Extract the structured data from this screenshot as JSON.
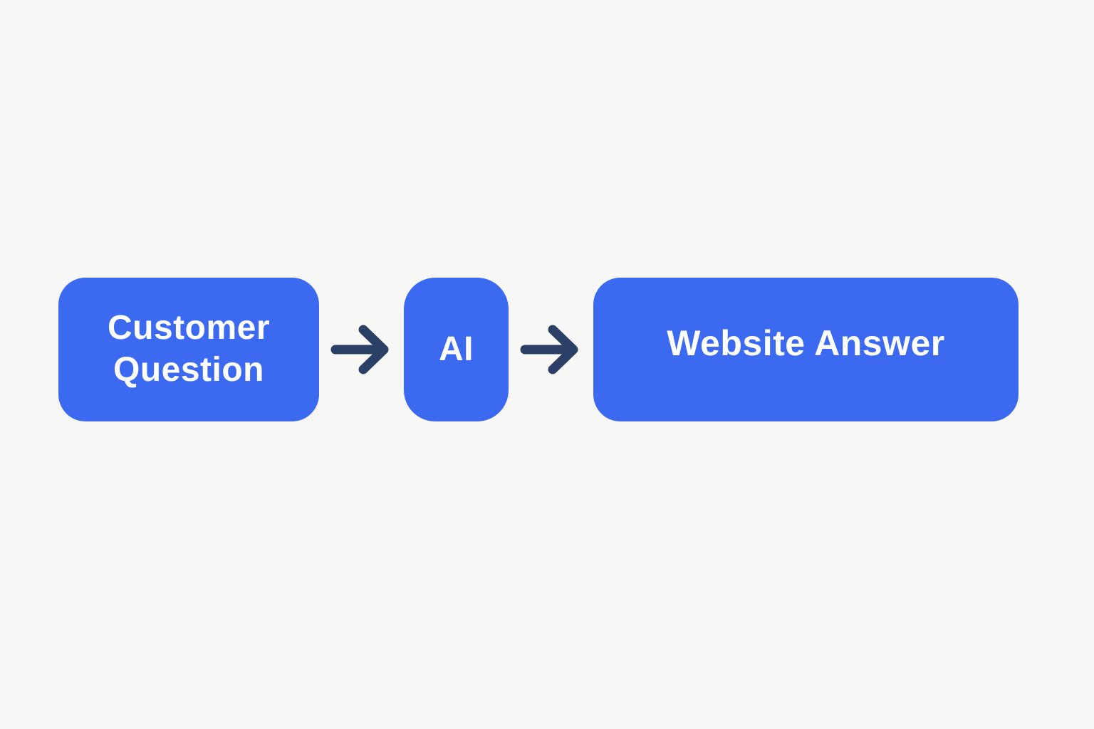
{
  "canvas": {
    "background_color": "#f7f7f5"
  },
  "flow": {
    "type": "flowchart-left-to-right",
    "node_fill_color": "#3b6af0",
    "node_text_color": "#ffffff",
    "arrow_color": "#2b4066",
    "nodes": [
      {
        "id": "customer-question",
        "label": "Customer Question"
      },
      {
        "id": "ai",
        "label": "AI"
      },
      {
        "id": "website-answer",
        "label": "Website Answer"
      }
    ],
    "connections": [
      {
        "from": "customer-question",
        "to": "ai",
        "style": "right-arrow"
      },
      {
        "from": "ai",
        "to": "website-answer",
        "style": "right-arrow"
      }
    ]
  }
}
